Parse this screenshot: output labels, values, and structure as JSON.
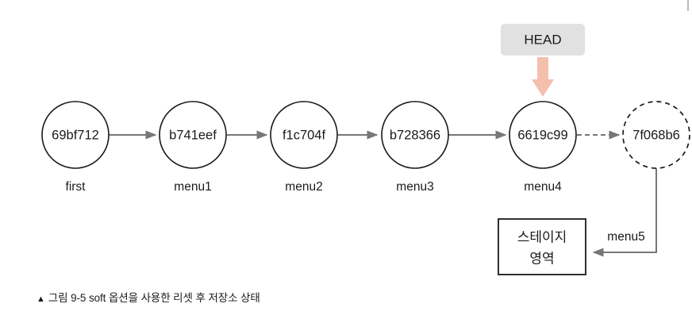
{
  "figure": {
    "caption_marker": "▲",
    "caption_text": "그림 9-5 soft 옵션을 사용한 리셋 후 저장소 상태"
  },
  "head_pointer": {
    "label": "HEAD",
    "box_color": "#e1e1e1",
    "arrow_color": "#f5bfae",
    "points_to": "6619c99"
  },
  "commits": [
    {
      "hash": "69bf712",
      "label": "first",
      "style": "solid"
    },
    {
      "hash": "b741eef",
      "label": "menu1",
      "style": "solid"
    },
    {
      "hash": "f1c704f",
      "label": "menu2",
      "style": "solid"
    },
    {
      "hash": "b728366",
      "label": "menu3",
      "style": "solid"
    },
    {
      "hash": "6619c99",
      "label": "menu4",
      "style": "solid"
    },
    {
      "hash": "7f068b6",
      "label": "",
      "style": "dashed"
    }
  ],
  "edges": {
    "solid_style": "solid",
    "dashed_style": "dashed",
    "line_color": "#777777",
    "stage_edge_label": "menu5"
  },
  "stage_area": {
    "line1": "스테이지",
    "line2": "영역"
  }
}
